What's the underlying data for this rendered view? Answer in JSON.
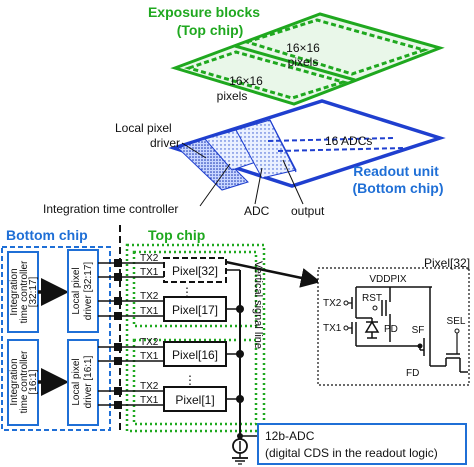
{
  "exposure_blocks": {
    "title": "Exposure blocks",
    "subtitle": "(Top chip)",
    "block_upper": {
      "line1": "16×16",
      "line2": "pixels"
    },
    "block_lower": {
      "line1": "16×16",
      "line2": "pixels"
    },
    "color": "#1fa81f"
  },
  "readout_unit": {
    "title": "Readout unit",
    "subtitle": "(Bottom chip)",
    "color": "#1f3fcf"
  },
  "top_labels": {
    "local_pixel_driver_line1": "Local pixel",
    "local_pixel_driver_line2": "driver",
    "adcs": "16 ADCs",
    "integration_time_controller": "Integration time controller",
    "adc": "ADC",
    "output": "output"
  },
  "schematic": {
    "bottom_chip": "Bottom chip",
    "top_chip": "Top chip",
    "itc_upper": {
      "line1": "Integration",
      "line2": "time controller",
      "line3": "[32:17]"
    },
    "itc_lower": {
      "line1": "Integration",
      "line2": "time controller",
      "line3": "[16:1]"
    },
    "lpd_upper": {
      "line1": "Local pixel",
      "line2": "driver [32:17]"
    },
    "lpd_lower": {
      "line1": "Local pixel",
      "line2": "driver [16:1]"
    },
    "pixels": [
      "Pixel[32]",
      "Pixel[17]",
      "Pixel[16]",
      "Pixel[1]"
    ],
    "tx2": "TX2",
    "tx1": "TX1",
    "ellipsis": "⋮",
    "vertical_signal_line": "Vertical signal line",
    "adc_line1": "12b-ADC",
    "adc_line2": "(digital CDS in the readout logic)"
  },
  "pixel_detail": {
    "title": "Pixel[32]",
    "vddpix": "VDDPIX",
    "rst": "RST",
    "tx2": "TX2",
    "tx1": "TX1",
    "pd": "PD",
    "sf": "SF",
    "sel": "SEL",
    "fd": "FD"
  }
}
